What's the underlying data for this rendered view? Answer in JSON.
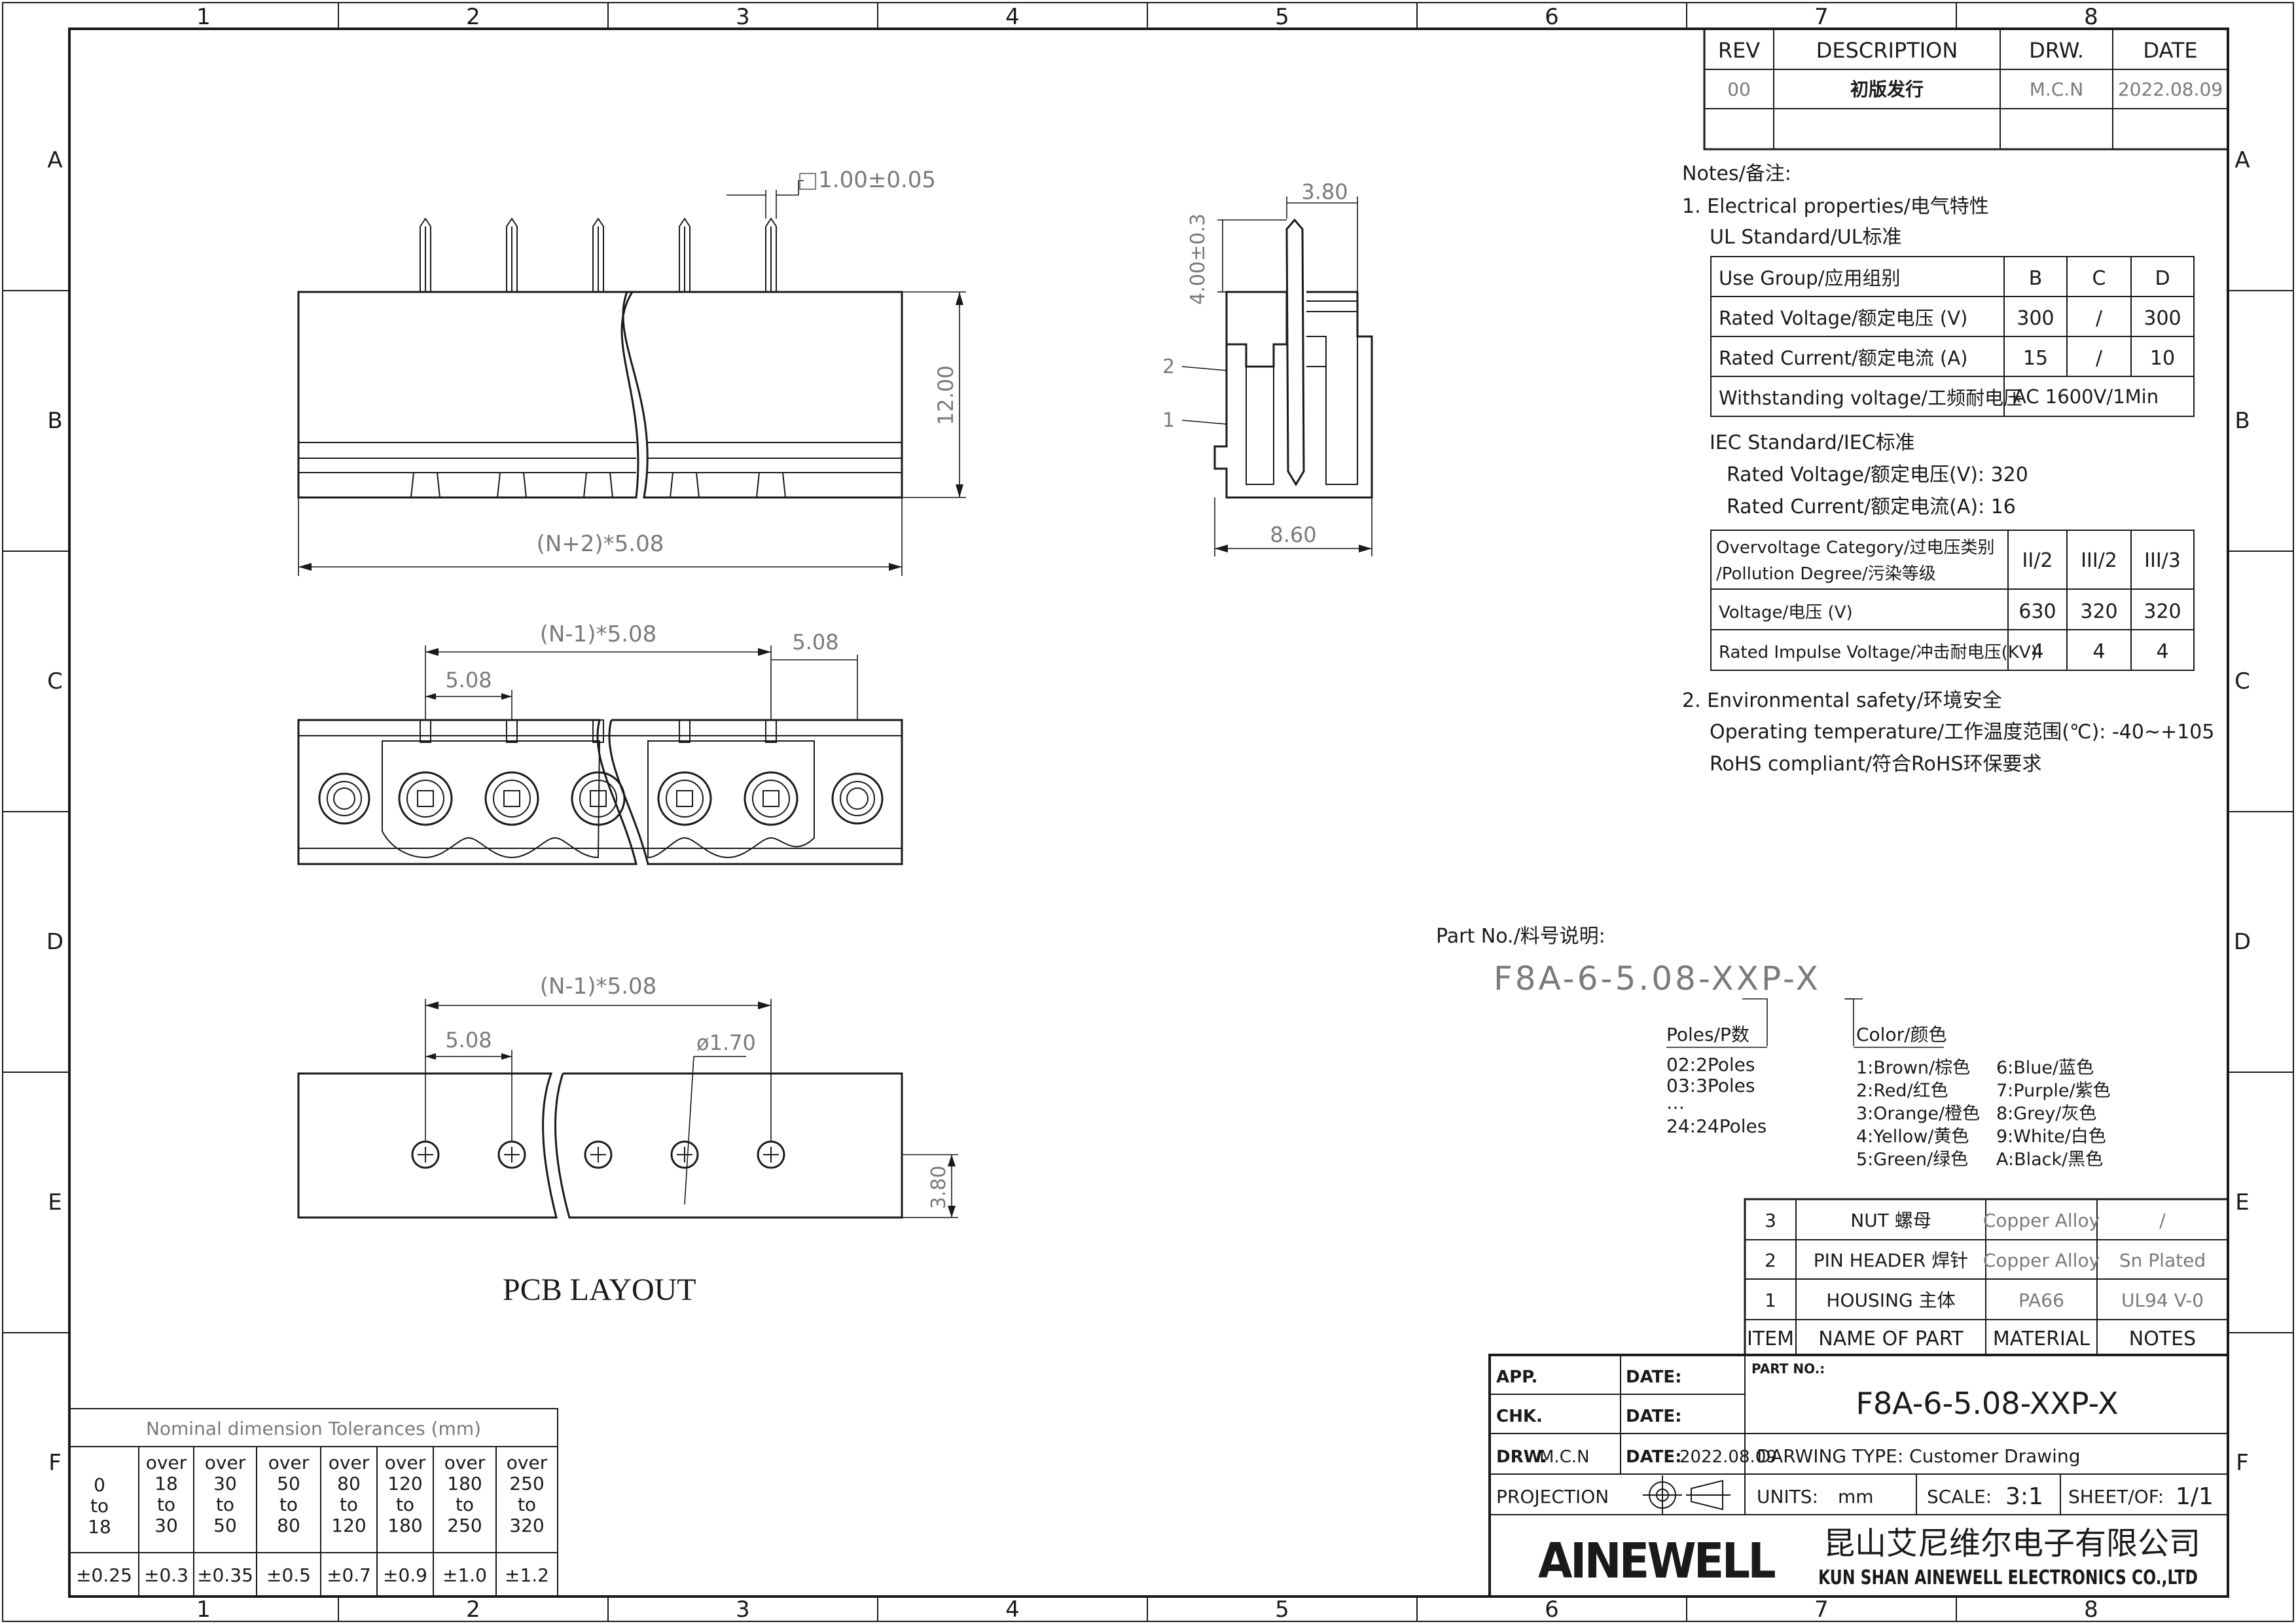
{
  "frame": {
    "columns": [
      "1",
      "2",
      "3",
      "4",
      "5",
      "6",
      "7",
      "8"
    ],
    "rows": [
      "A",
      "B",
      "C",
      "D",
      "E",
      "F"
    ]
  },
  "revision": {
    "headers": [
      "REV",
      "DESCRIPTION",
      "DRW.",
      "DATE"
    ],
    "rows": [
      [
        "00",
        "初版发行",
        "M.C.N",
        "2022.08.09"
      ]
    ]
  },
  "notes": {
    "title": "Notes/备注:",
    "electrical": "1. Electrical properties/电气特性",
    "ul": "UL Standard/UL标准",
    "ul_table": [
      [
        "Use Group/应用组别",
        "B",
        "C",
        "D"
      ],
      [
        "Rated Voltage/额定电压 (V)",
        "300",
        "/",
        "300"
      ],
      [
        "Rated Current/额定电流 (A)",
        "15",
        "/",
        "10"
      ],
      [
        "Withstanding voltage/工频耐电压",
        "AC 1600V/1Min"
      ]
    ],
    "iec": "IEC Standard/IEC标准",
    "iec_voltage": "Rated Voltage/额定电压(V):  320",
    "iec_current": "Rated Current/额定电流(A):  16",
    "iec_table_head": [
      "Overvoltage Category/过电压类别",
      "/Pollution Degree/污染等级",
      "II/2",
      "III/2",
      "III/3"
    ],
    "iec_table": [
      [
        "Voltage/电压 (V)",
        "630",
        "320",
        "320"
      ],
      [
        "Rated Impulse Voltage/冲击耐电压(KV)",
        "4",
        "4",
        "4"
      ]
    ],
    "env": "2. Environmental safety/环境安全",
    "temp": "Operating temperature/工作温度范围(℃):  -40~+105",
    "rohs": "RoHS compliant/符合RoHS环保要求"
  },
  "part_no": {
    "label": "Part No./料号说明:",
    "code": "F8A-6-5.08-XXP-X",
    "poles_label": "Poles/P数",
    "poles": [
      "02:2Poles",
      "03:3Poles",
      "…",
      "24:24Poles"
    ],
    "color_label": "Color/颜色",
    "colors_left": [
      "1:Brown/棕色",
      "2:Red/红色",
      "3:Orange/橙色",
      "4:Yellow/黄色",
      "5:Green/绿色"
    ],
    "colors_right": [
      "6:Blue/蓝色",
      "7:Purple/紫色",
      "8:Grey/灰色",
      "9:White/白色",
      "A:Black/黑色"
    ]
  },
  "bom": {
    "rows": [
      [
        "3",
        "NUT 螺母",
        "Copper Alloy",
        "/"
      ],
      [
        "2",
        "PIN HEADER 焊针",
        "Copper Alloy",
        "Sn Plated"
      ],
      [
        "1",
        "HOUSING 主体",
        "PA66",
        "UL94 V-0"
      ]
    ],
    "headers": [
      "ITEM",
      "NAME OF PART",
      "MATERIAL",
      "NOTES"
    ]
  },
  "title_block": {
    "app": "APP.",
    "chk": "CHK.",
    "drw": "DRW.",
    "drw_name": "M.C.N",
    "date": "DATE:",
    "drw_date": "2022.08.09",
    "projection": "PROJECTION",
    "part_no_label": "PART NO.:",
    "part_no": "F8A-6-5.08-XXP-X",
    "drawing_type": "DARWING TYPE:   Customer Drawing",
    "units_label": "UNITS:",
    "units": "mm",
    "scale_label": "SCALE:",
    "scale": "3:1",
    "sheet_label": "SHEET/OF:",
    "sheet": "1/1",
    "logo": "AINEWELL",
    "company_cn": "昆山艾尼维尔电子有限公司",
    "company_en": "KUN SHAN AINEWELL ELECTRONICS CO.,LTD"
  },
  "tolerance": {
    "title": "Nominal dimension Tolerances (mm)",
    "ranges": [
      [
        "0",
        "to",
        "18"
      ],
      [
        "over",
        "18",
        "to",
        "30"
      ],
      [
        "over",
        "30",
        "to",
        "50"
      ],
      [
        "over",
        "50",
        "to",
        "80"
      ],
      [
        "over",
        "80",
        "to",
        "120"
      ],
      [
        "over",
        "120",
        "to",
        "180"
      ],
      [
        "over",
        "180",
        "to",
        "250"
      ],
      [
        "over",
        "250",
        "to",
        "320"
      ]
    ],
    "values": [
      "±0.25",
      "±0.3",
      "±0.35",
      "±0.5",
      "±0.7",
      "±0.9",
      "±1.0",
      "±1.2"
    ]
  },
  "dims": {
    "pin_sq": "□1.00±0.05",
    "height": "12.00",
    "total_len": "(N+2)*5.08",
    "side_w": "3.80",
    "side_pin": "4.00±0.3",
    "side_base": "8.60",
    "callout_1": "1",
    "callout_2": "2",
    "pitch_span": "(N-1)*5.08",
    "pitch": "5.08",
    "pitch_right": "5.08",
    "pcb_span": "(N-1)*5.08",
    "pcb_pitch": "5.08",
    "hole": "ø1.70",
    "pcb_h": "3.80",
    "pcb_title": "PCB LAYOUT"
  }
}
